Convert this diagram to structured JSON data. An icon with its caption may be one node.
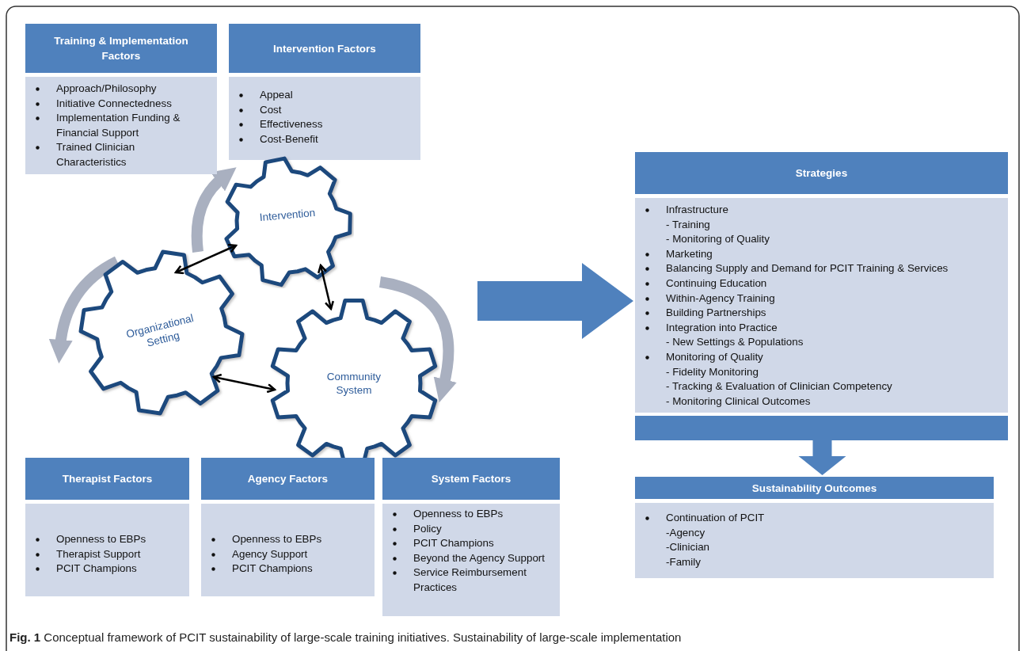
{
  "diagram": {
    "caption": "**Fig. 1** Conceptual framework of PCIT sustainability of large-scale training initiatives. Sustainability of large-scale implementation",
    "nodes": [
      {
        "text": [
          "Training & Implementation Factors",
          "Approach/Philosophy",
          "Initiative Connectedness",
          "Implementation Funding & Financial Support",
          "Trained Clinician Characteristics"
        ]
      },
      {
        "text": [
          "Intervention Factors",
          "Appeal",
          "Cost",
          "Effectiveness",
          "Cost-Benefit"
        ]
      },
      {
        "text": [
          "Intervention"
        ]
      },
      {
        "text": [
          "Organizational Setting"
        ]
      },
      {
        "text": [
          "Community System"
        ]
      },
      {
        "text": [
          "Therapist Factors",
          "Openness to EBPs",
          "Therapist Support",
          "PCIT Champions"
        ]
      },
      {
        "text": [
          "Agency Factors",
          "Openness to EBPs",
          "Agency Support",
          "PCIT Champions"
        ]
      },
      {
        "text": [
          "System Factors",
          "Openness to EBPs",
          "Policy",
          "PCIT Champions",
          "Beyond the Agency Support",
          "Service Reimbursement Practices"
        ]
      },
      {
        "text": [
          "Strategies",
          "Infrastructure - Training - Monitoring of Quality",
          "Marketing",
          "Balancing Supply and Demand for PCIT Training & Services",
          "Continuing Education",
          "Within-Agency Training",
          "Building Partnerships",
          "Integration into Practice - New Settings & Populations",
          "Monitoring of Quality - Fidelity Monitoring - Tracking & Evaluation of Clinician Competency - Monitoring Clinical Outcomes"
        ]
      },
      {
        "text": [
          "Sustainability Outcomes",
          "Continuation of PCIT -Agency -Clinician -Family"
        ]
      }
    ],
    "edges": [
      {
        "from": 3,
        "to": 2,
        "arrow": "both"
      },
      {
        "from": 2,
        "to": 4,
        "arrow": "both"
      },
      {
        "from": 3,
        "to": 4,
        "arrow": "both"
      },
      {
        "from": null,
        "to": 8,
        "arrow": "to",
        "style": "thick",
        "color": "#4f81bd"
      },
      {
        "from": 8,
        "to": 9,
        "arrow": "to",
        "style": "thick",
        "color": "#4f81bd"
      }
    ]
  }
}
